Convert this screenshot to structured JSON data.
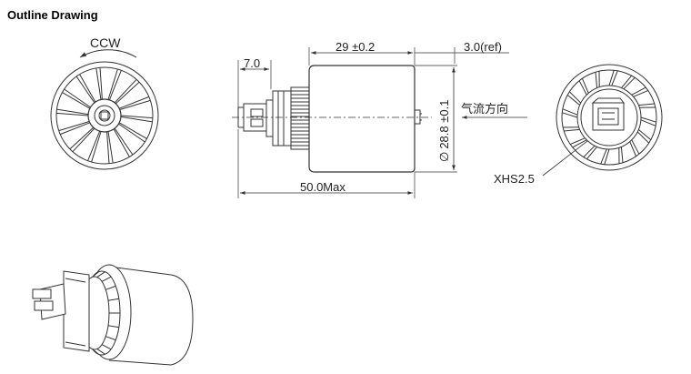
{
  "page_title": "Outline Drawing",
  "colors": {
    "line": "#333333",
    "text": "#222222",
    "background": "#ffffff"
  },
  "front_view": {
    "rotation_label": "CCW"
  },
  "side_view": {
    "length_dim": "29 ±0.2",
    "ref_dim": "3.0(ref)",
    "connector_dim": "7.0",
    "overall_dim": "50.0Max",
    "diameter_dim": "28.8 ±0.1",
    "diameter_symbol": "∅",
    "airflow_label": "气流方向"
  },
  "rear_view": {
    "connector_label": "XHS2.5"
  }
}
